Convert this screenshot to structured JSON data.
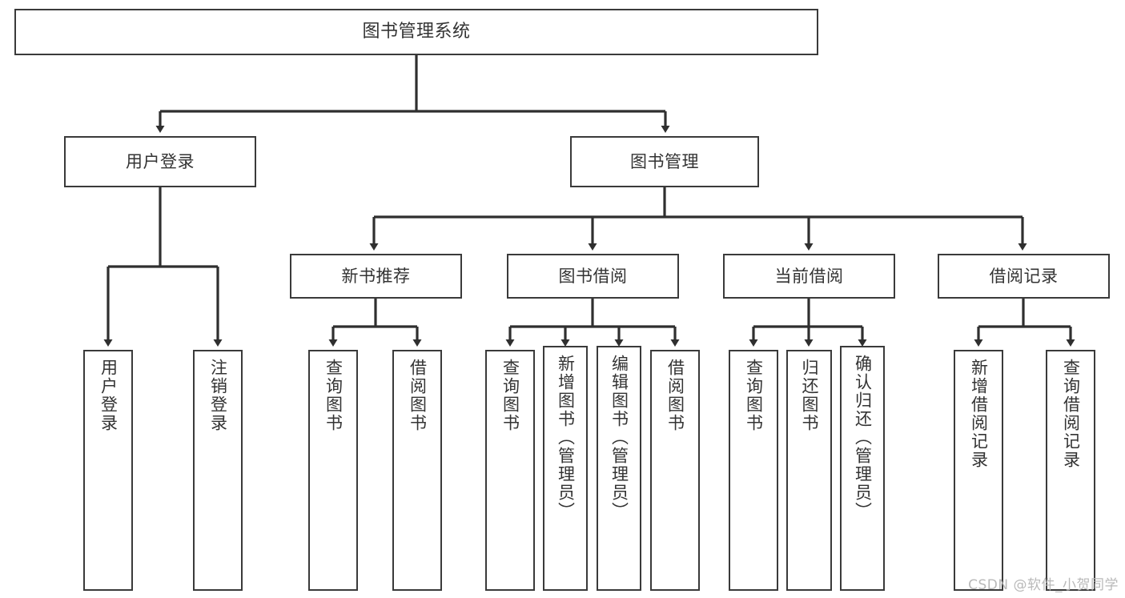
{
  "diagram": {
    "title": "图书管理系统",
    "watermark": "CSDN @软件_小贺同学",
    "colors": {
      "box_border": "#3a3a3a",
      "box_fill": "#ffffff",
      "text": "#333333",
      "connector": "#2f2f2f",
      "watermark": "#b9b9b9",
      "background": "#ffffff"
    },
    "root": {
      "label": "图书管理系统"
    },
    "level2": [
      {
        "label": "用户登录"
      },
      {
        "label": "图书管理"
      }
    ],
    "level3": [
      {
        "label": "新书推荐"
      },
      {
        "label": "图书借阅"
      },
      {
        "label": "当前借阅"
      },
      {
        "label": "借阅记录"
      }
    ],
    "leaves": {
      "user_login": [
        {
          "label": "用户登录"
        },
        {
          "label": "注销登录"
        }
      ],
      "new_book_recommend": [
        {
          "label": "查询图书"
        },
        {
          "label": "借阅图书"
        }
      ],
      "book_borrow": [
        {
          "label": "查询图书"
        },
        {
          "label": "新增图书（管理员）"
        },
        {
          "label": "编辑图书（管理员）"
        },
        {
          "label": "借阅图书"
        }
      ],
      "current_borrow": [
        {
          "label": "查询图书"
        },
        {
          "label": "归还图书"
        },
        {
          "label": "确认归还（管理员）"
        }
      ],
      "borrow_record": [
        {
          "label": "新增借阅记录"
        },
        {
          "label": "查询借阅记录"
        }
      ]
    }
  },
  "chart_data": {
    "type": "table",
    "title": "图书管理系统 功能结构图",
    "hierarchy": [
      {
        "name": "图书管理系统",
        "children": [
          {
            "name": "用户登录",
            "children": [
              {
                "name": "用户登录"
              },
              {
                "name": "注销登录"
              }
            ]
          },
          {
            "name": "图书管理",
            "children": [
              {
                "name": "新书推荐",
                "children": [
                  {
                    "name": "查询图书"
                  },
                  {
                    "name": "借阅图书"
                  }
                ]
              },
              {
                "name": "图书借阅",
                "children": [
                  {
                    "name": "查询图书"
                  },
                  {
                    "name": "新增图书（管理员）"
                  },
                  {
                    "name": "编辑图书（管理员）"
                  },
                  {
                    "name": "借阅图书"
                  }
                ]
              },
              {
                "name": "当前借阅",
                "children": [
                  {
                    "name": "查询图书"
                  },
                  {
                    "name": "归还图书"
                  },
                  {
                    "name": "确认归还（管理员）"
                  }
                ]
              },
              {
                "name": "借阅记录",
                "children": [
                  {
                    "name": "新增借阅记录"
                  },
                  {
                    "name": "查询借阅记录"
                  }
                ]
              }
            ]
          }
        ]
      }
    ]
  }
}
